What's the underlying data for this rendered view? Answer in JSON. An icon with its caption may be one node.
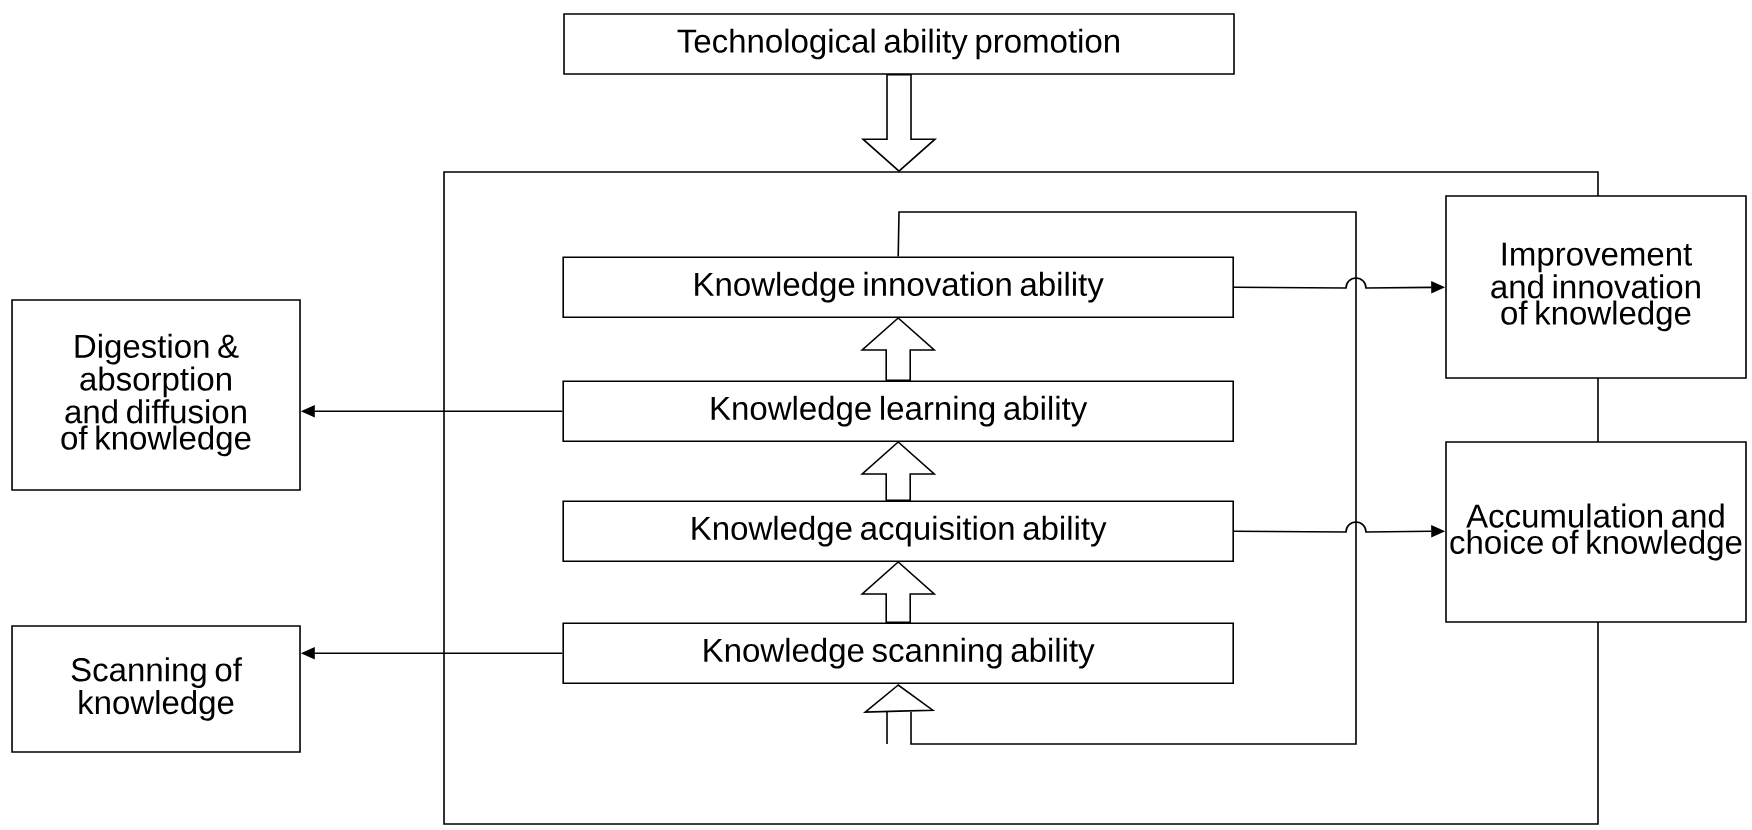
{
  "diagram": {
    "nodes": [
      {
        "text": [
          "Technological ability promotion"
        ]
      },
      {
        "text": [],
        "shape": "box"
      },
      {
        "text": [
          "Knowledge innovation ability"
        ],
        "in": 1
      },
      {
        "text": [
          "Knowledge learning ability"
        ],
        "in": 1
      },
      {
        "text": [
          "Knowledge acquisition ability"
        ],
        "in": 1
      },
      {
        "text": [
          "Knowledge scanning ability"
        ],
        "in": 1
      },
      {
        "text": [
          "Improvement and innovation of knowledge"
        ]
      },
      {
        "text": [
          "Accumulation and choice of knowledge"
        ]
      },
      {
        "text": [
          "Digestion & absorption and diffusion of knowledge"
        ]
      },
      {
        "text": [
          "Scanning of knowledge"
        ]
      }
    ],
    "edges": [
      {
        "from": 0,
        "to": 1,
        "arrow": "to",
        "style": "thick"
      },
      {
        "from": 5,
        "to": 4,
        "arrow": "to",
        "style": "thick"
      },
      {
        "from": 4,
        "to": 3,
        "arrow": "to",
        "style": "thick"
      },
      {
        "from": 3,
        "to": 2,
        "arrow": "to",
        "style": "thick"
      },
      {
        "from": 2,
        "to": 5,
        "arrow": "to"
      },
      {
        "from": 2,
        "to": 6,
        "arrow": "to"
      },
      {
        "from": 4,
        "to": 7,
        "arrow": "to"
      },
      {
        "from": 3,
        "to": 8,
        "arrow": "to"
      },
      {
        "from": 5,
        "to": 9,
        "arrow": "to"
      }
    ]
  }
}
